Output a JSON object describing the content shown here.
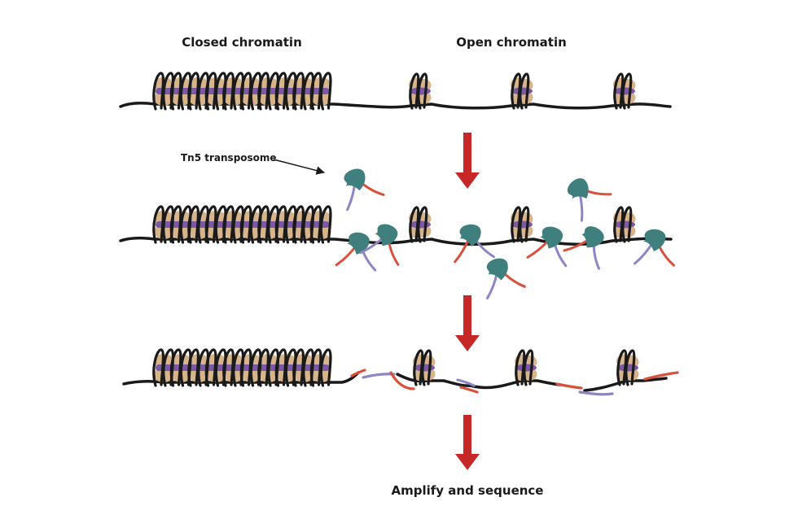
{
  "labels": {
    "closed_chromatin": "Closed chromatin",
    "open_chromatin": "Open chromatin",
    "tn5_transposome": "Tn5 transposome",
    "amplify_and_sequence": "Amplify and sequence"
  },
  "colors": {
    "dna": "#1a1a1a",
    "histone_tan": "#d8b48a",
    "histone_purple": "#7a5aa6",
    "transposase_teal": "#3f7f7e",
    "adapter_red": "#d9503b",
    "adapter_lilac": "#8d86c4",
    "step_arrow": "#c62828"
  }
}
